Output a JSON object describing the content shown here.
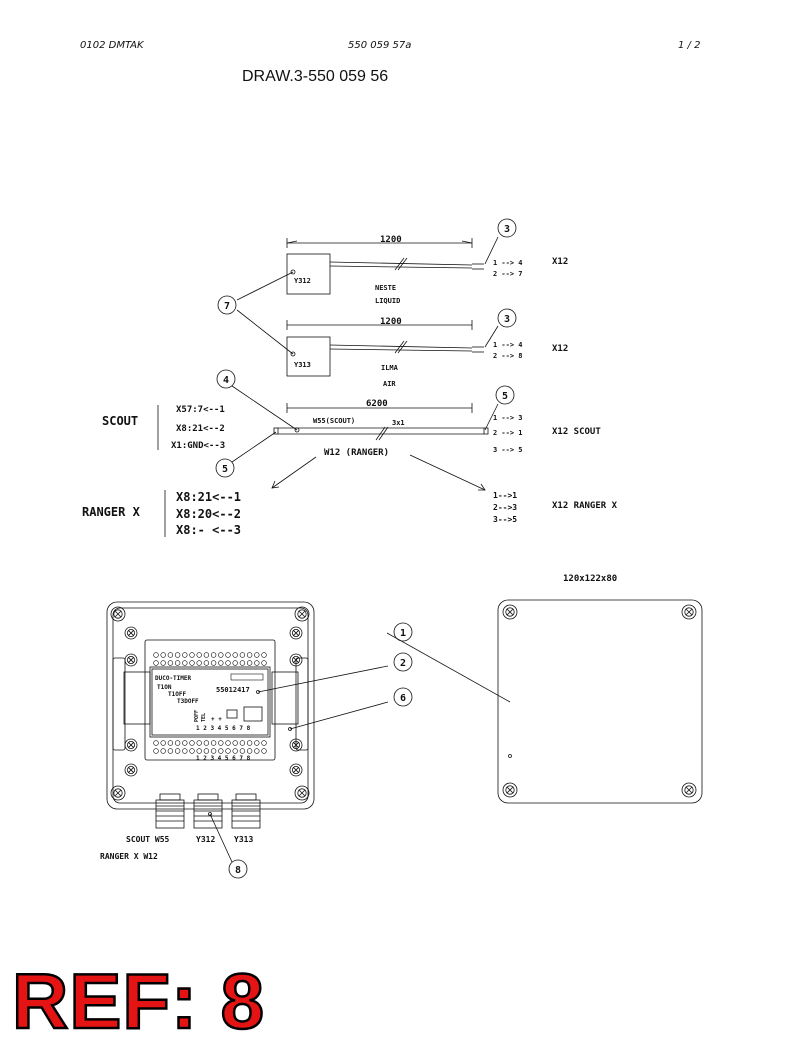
{
  "header": {
    "left": "0102 DMTAK",
    "center": "550 059 57a",
    "right": "1 /  2"
  },
  "title": "DRAW.3-550 059 56",
  "cables": [
    {
      "length": "1200",
      "sensor": "Y312",
      "label1": "NESTE",
      "label2": "LIQUID",
      "conn": [
        "1 --> 4",
        "2 --> 7"
      ],
      "target": "X12"
    },
    {
      "length": "1200",
      "sensor": "Y313",
      "label1": "ILMA",
      "label2": "AIR",
      "conn": [
        "1 --> 4",
        "2 --> 8"
      ],
      "target": "X12"
    },
    {
      "length": "6200",
      "cable_label": "W55(SCOUT)",
      "spec": "3x1",
      "conn": [
        "1 --> 3",
        "2 --> 1",
        "3 --> 5"
      ],
      "target": "X12 SCOUT"
    }
  ],
  "w12_label": "W12 (RANGER)",
  "scout": {
    "label": "SCOUT",
    "lines": [
      "X57:7<--1",
      "X8:21<--2",
      "X1:GND<--3"
    ]
  },
  "ranger": {
    "label": "RANGER X",
    "lines": [
      "X8:21<--1",
      "X8:20<--2",
      "X8:- <--3"
    ],
    "conn": [
      "1-->1",
      "2-->3",
      "3-->5"
    ],
    "target": "X12 RANGER X"
  },
  "callouts": [
    "3",
    "7",
    "3",
    "4",
    "5",
    "5",
    "1",
    "2",
    "6",
    "8"
  ],
  "enclosure_dims": "120x122x80",
  "pcb": {
    "brand": "DUCO-TIMER",
    "part": "55012417",
    "t1": "T1ON",
    "t2": "T1OFF",
    "t3": "T3DOFF",
    "vert1": "POFF",
    "vert2": "TEL",
    "signs": "+ +",
    "pins": "1 2 3 4 5 6 7 8"
  },
  "glands": [
    "SCOUT W55",
    "Y312",
    "Y313"
  ],
  "ranger_gland": "RANGER X W12",
  "ref": "REF: 8",
  "colors": {
    "ink": "#111111",
    "ref_fill": "#e41414"
  }
}
